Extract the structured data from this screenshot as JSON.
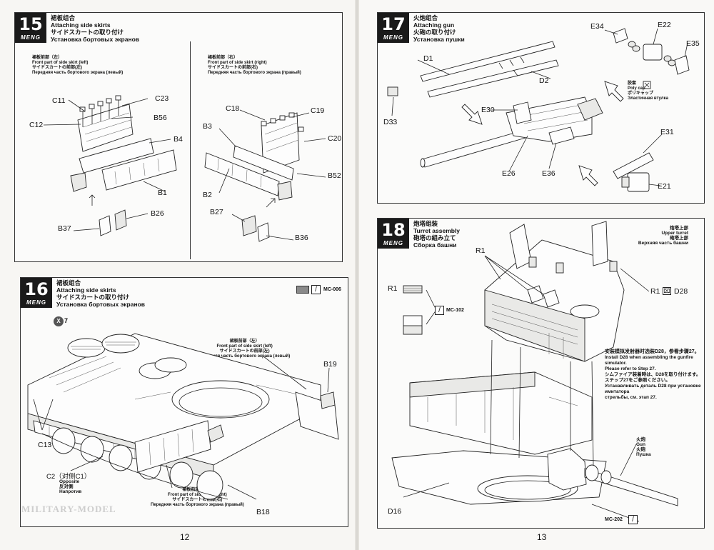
{
  "step15": {
    "num": "15",
    "brand": "MENG",
    "title_zh": "裙板组合",
    "title_en": "Attaching side skirts",
    "title_jp": "サイドスカートの取り付け",
    "title_ru": "Установка бортовых экранов",
    "left": {
      "zh": "裙板前部（左）",
      "en": "Front part of side skirt (left)",
      "jp": "サイドスカートの前部(左)",
      "ru": "Передняя часть бортового экрана (левый)"
    },
    "right": {
      "zh": "裙板前部（右）",
      "en": "Front part of side skirt (right)",
      "jp": "サイドスカートの前部(右)",
      "ru": "Передняя часть бортового экрана (правый)"
    },
    "labels_l": [
      "C11",
      "C23",
      "C12",
      "B56",
      "B4",
      "B1",
      "B26",
      "B37"
    ],
    "labels_r": [
      "C18",
      "C19",
      "B3",
      "C20",
      "B52",
      "B2",
      "B27",
      "B36"
    ]
  },
  "step16": {
    "num": "16",
    "brand": "MENG",
    "title_zh": "裙板组合",
    "title_en": "Attaching side skirts",
    "title_jp": "サイドスカートの取り付け",
    "title_ru": "Установка бортовых экранов",
    "paint": "MC-006",
    "repeat": "7",
    "front_left": {
      "zh": "裙板前部（左）",
      "en": "Front part of side skirt (left)",
      "jp": "サイドスカートの前部(左)",
      "ru": "Передняя часть бортового экрана (левый)"
    },
    "front_right": {
      "zh": "裙板前部（右）",
      "en": "Front part of side skirt (right)",
      "jp": "サイドスカートの前部(右)",
      "ru": "Передняя часть бортового экрана (правый)"
    },
    "labels": {
      "b19": "B19",
      "c13": "C13",
      "b18": "B18",
      "c2": "C2（对侧C1）",
      "opposite_en": "Opposite",
      "opposite_jp": "反対側",
      "opposite_ru": "Напротив"
    }
  },
  "step17": {
    "num": "17",
    "brand": "MENG",
    "title_zh": "火炮组合",
    "title_en": "Attaching gun",
    "title_jp": "火砲の取り付け",
    "title_ru": "Установка пушки",
    "labels": [
      "E34",
      "E22",
      "E35",
      "D1",
      "D2",
      "D33",
      "E30",
      "E26",
      "E36",
      "E31",
      "E21"
    ],
    "polycap": {
      "zh": "胶套",
      "en": "Poly cap",
      "jp": "ポリキャップ",
      "ru": "Эластичная втулка"
    }
  },
  "step18": {
    "num": "18",
    "brand": "MENG",
    "title_zh": "炮塔组装",
    "title_en": "Turret assembly",
    "title_jp": "砲塔の組み立て",
    "title_ru": "Сборка башни",
    "upper": {
      "zh": "炮塔上部",
      "en": "Upper turret",
      "jp": "砲塔上部",
      "ru": "Верхняя часть башни"
    },
    "labels": {
      "r1a": "R1",
      "r1b": "R1",
      "r1c": "R1",
      "d28": "D28",
      "d16": "D16"
    },
    "paint_r1": "MC-102",
    "paint_gun": "MC-202",
    "gun": {
      "en": "Gun",
      "zh": "火炮",
      "jp": "火砲",
      "ru": "Пушка"
    },
    "note": [
      "安装模拟发射器时选装D28，参看步骤27。",
      "Install D28 when assembling the gunfire simulator.",
      "Please refer to Step 27.",
      "シムファイア装着時は、D28を取り付けます。",
      "ステップ27をご参照ください。",
      "Устанавливать деталь D28 при установке имитатора",
      "стрельбы, см. этап 27."
    ]
  },
  "pages": {
    "left": "12",
    "right": "13"
  },
  "watermark": "MILITARY-MODEL"
}
